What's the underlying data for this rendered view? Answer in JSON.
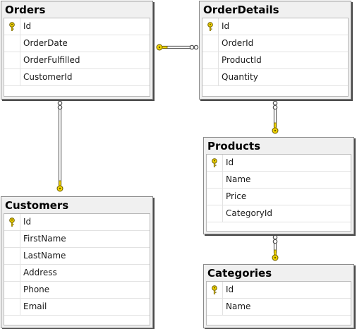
{
  "diagram": {
    "tables": [
      {
        "id": "orders",
        "name": "Orders",
        "columns": [
          {
            "name": "Id",
            "key": true
          },
          {
            "name": "OrderDate",
            "key": false
          },
          {
            "name": "OrderFulfilled",
            "key": false
          },
          {
            "name": "CustomerId",
            "key": false
          }
        ]
      },
      {
        "id": "orderdetails",
        "name": "OrderDetails",
        "columns": [
          {
            "name": "Id",
            "key": true
          },
          {
            "name": "OrderId",
            "key": false
          },
          {
            "name": "ProductId",
            "key": false
          },
          {
            "name": "Quantity",
            "key": false
          }
        ]
      },
      {
        "id": "products",
        "name": "Products",
        "columns": [
          {
            "name": "Id",
            "key": true
          },
          {
            "name": "Name",
            "key": false
          },
          {
            "name": "Price",
            "key": false
          },
          {
            "name": "CategoryId",
            "key": false
          }
        ]
      },
      {
        "id": "customers",
        "name": "Customers",
        "columns": [
          {
            "name": "Id",
            "key": true
          },
          {
            "name": "FirstName",
            "key": false
          },
          {
            "name": "LastName",
            "key": false
          },
          {
            "name": "Address",
            "key": false
          },
          {
            "name": "Phone",
            "key": false
          },
          {
            "name": "Email",
            "key": false
          }
        ]
      },
      {
        "id": "categories",
        "name": "Categories",
        "columns": [
          {
            "name": "Id",
            "key": true
          },
          {
            "name": "Name",
            "key": false
          }
        ]
      }
    ],
    "relationships": [
      {
        "one": "orders",
        "many": "orderdetails"
      },
      {
        "one": "customers",
        "many": "orders"
      },
      {
        "one": "products",
        "many": "orderdetails"
      },
      {
        "one": "categories",
        "many": "products"
      }
    ],
    "colors": {
      "key": "#f0d400",
      "key_outline": "#6b5a00",
      "connector": "#4d4d4d",
      "title_bar": "#f0f0f0"
    }
  }
}
